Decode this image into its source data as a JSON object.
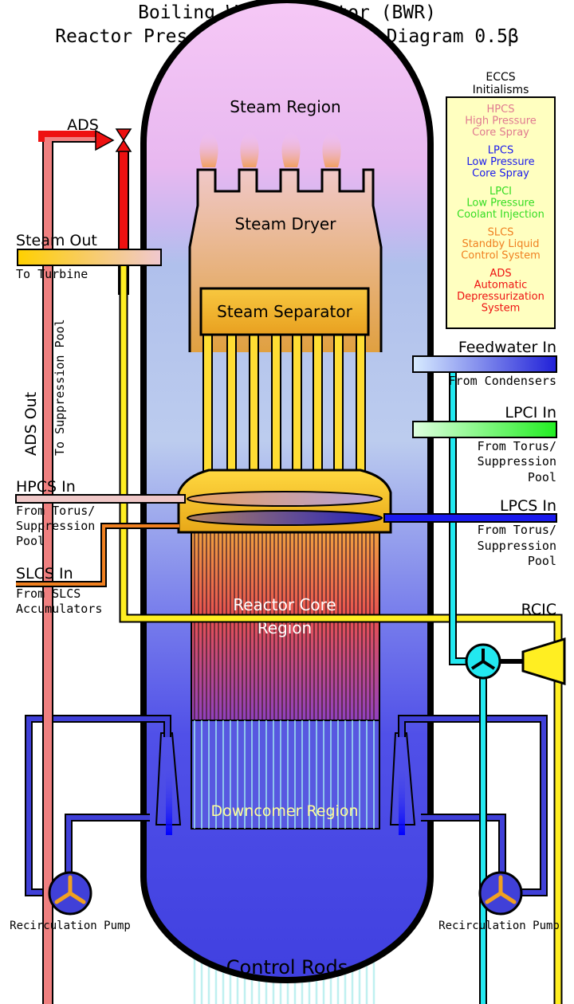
{
  "title": {
    "line1": "Boiling Water Reactor (BWR)",
    "line2": "Reactor Pressure Vessel (RPV) Diagram  0.5β"
  },
  "regions": {
    "steam": "Steam Region",
    "dryer": "Steam Dryer",
    "separator": "Steam Separator",
    "core_line1": "Reactor Core",
    "core_line2": "Region",
    "downcomer": "Downcomer Region",
    "control_rods": "Control Rods"
  },
  "left_labels": {
    "ads": "ADS",
    "steam_out": "Steam Out",
    "to_turbine": "To Turbine",
    "ads_out": "ADS Out",
    "to_suppression_pool": "To Suppression Pool",
    "hpcs_in": "HPCS In",
    "hpcs_src_1": "From Torus/",
    "hpcs_src_2": "Suppression",
    "hpcs_src_3": "Pool",
    "slcs_in": "SLCS In",
    "slcs_src_1": "From SLCS",
    "slcs_src_2": "Accumulators",
    "recirc_pump": "Recirculation Pump"
  },
  "right_labels": {
    "feedwater_in": "Feedwater In",
    "from_condensers": "From Condensers",
    "lpci_in": "LPCI In",
    "lpci_src_1": "From Torus/",
    "lpci_src_2": "Suppression",
    "lpci_src_3": "Pool",
    "lpcs_in": "LPCS In",
    "lpcs_src_1": "From Torus/",
    "lpcs_src_2": "Suppression",
    "lpcs_src_3": "Pool",
    "rcic": "RCIC",
    "recirc_pump": "Recirculation Pump"
  },
  "legend": {
    "title_1": "ECCS",
    "title_2": "Initialisms",
    "items": [
      {
        "abbr": "HPCS",
        "line1": "High Pressure",
        "line2": "Core Spray",
        "color": "#e07a90"
      },
      {
        "abbr": "LPCS",
        "line1": "Low Pressure",
        "line2": "Core Spray",
        "color": "#1a1aee"
      },
      {
        "abbr": "LPCI",
        "line1": "Low Pressure",
        "line2": "Coolant Injection",
        "color": "#33dd22"
      },
      {
        "abbr": "SLCS",
        "line1": "Standby Liquid",
        "line2": "Control System",
        "color": "#f08020"
      },
      {
        "abbr": "ADS",
        "line1": "Automatic",
        "line2": "Depressurization",
        "line3": "System",
        "color": "#ee1111"
      }
    ]
  },
  "colors": {
    "steam_top": "#f6c8f6",
    "water_blue": "#b8c8ec",
    "downcomer": "#5050e8",
    "ads_red": "#ee1111",
    "ads_out_pink": "#f08080",
    "steam_line_yellow": "#ffee22",
    "feedwater_cyan": "#22e8f0",
    "recirc_blue": "#4040d8",
    "legend_bg": "#ffffc0"
  }
}
